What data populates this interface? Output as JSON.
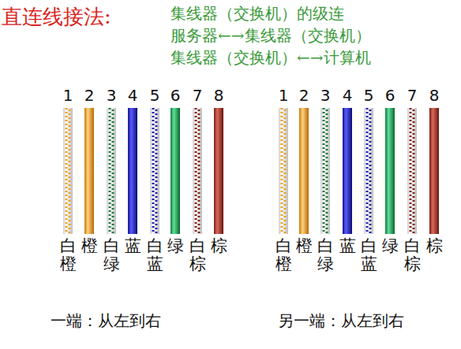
{
  "diagram": {
    "title": "直连线接法:",
    "labels": [
      "集线器（交换机）的级连",
      "服务器←→集线器（交换机）",
      "集线器（交换机）←→计算机",
      "1",
      "2",
      "3",
      "4",
      "5",
      "6",
      "7",
      "8",
      "白橙",
      "橙",
      "白绿",
      "蓝",
      "白蓝",
      "绿",
      "白棕",
      "棕",
      "1",
      "2",
      "3",
      "4",
      "5",
      "6",
      "7",
      "8",
      "白橙",
      "橙",
      "白绿",
      "蓝",
      "白蓝",
      "绿",
      "白棕",
      "棕",
      "一端：从左到右",
      "另一端：从左到右"
    ]
  }
}
